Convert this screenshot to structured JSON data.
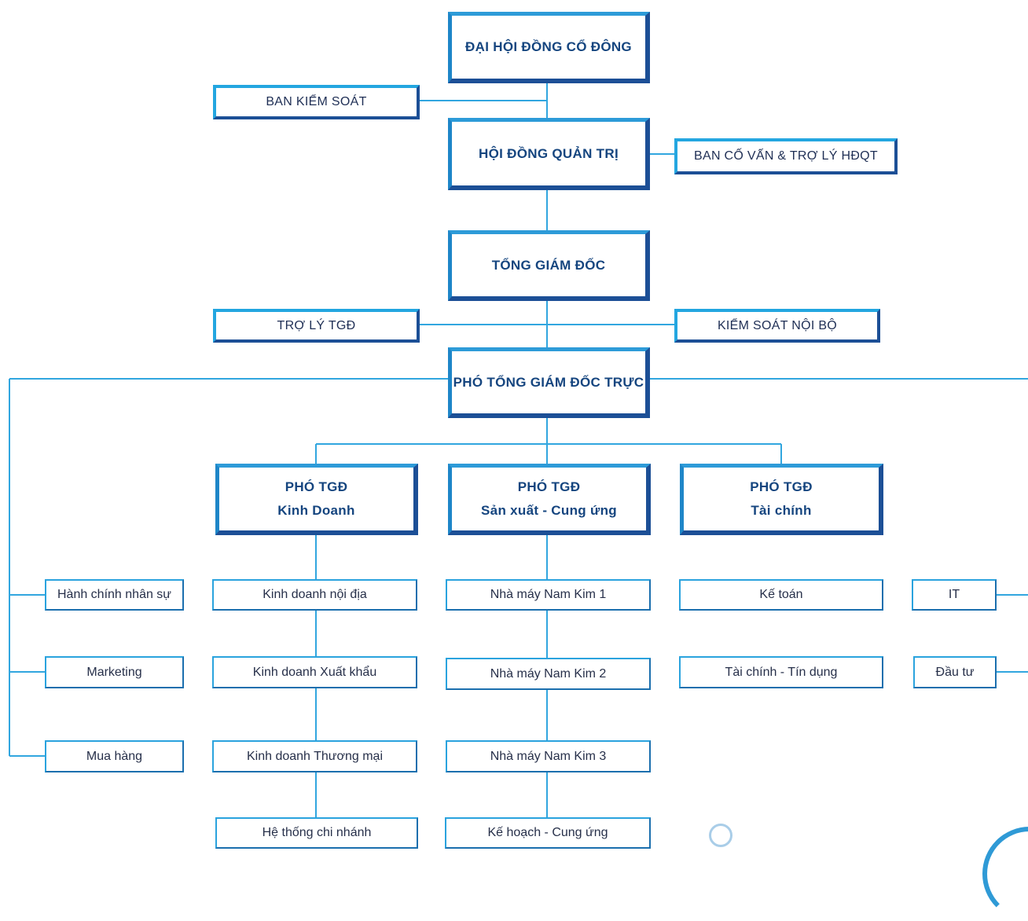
{
  "chart": {
    "top": {
      "shareholders": "ĐẠI HỘI ĐỒNG CỔ ĐÔNG",
      "supervisory": "BAN KIỂM SOÁT",
      "board": "HỘI ĐỒNG QUẢN TRỊ",
      "advisors": "BAN CỐ VẤN & TRỢ LÝ HĐQT",
      "ceo": "TỔNG GIÁM ĐỐC",
      "ceo_assistant": "TRỢ LÝ TGĐ",
      "internal_control": "KIỂM SOÁT NỘI BỘ",
      "first_deputy": "PHÓ TỔNG GIÁM ĐỐC TRỰC"
    },
    "deputies": [
      {
        "line1": "PHÓ TGĐ",
        "line2": "Kinh Doanh"
      },
      {
        "line1": "PHÓ TGĐ",
        "line2": "Sản xuất - Cung ứng"
      },
      {
        "line1": "PHÓ TGĐ",
        "line2": "Tài chính"
      }
    ],
    "sales_units": [
      "Kinh doanh nội địa",
      "Kinh doanh Xuất khẩu",
      "Kinh doanh Thương mại",
      "Hệ thống chi nhánh"
    ],
    "production_units": [
      "Nhà máy Nam Kim 1",
      "Nhà máy Nam Kim 2",
      "Nhà máy Nam Kim 3",
      "Kế hoạch - Cung ứng"
    ],
    "finance_units": [
      "Kế toán",
      "Tài chính - Tín dụng"
    ],
    "left_units": [
      "Hành chính nhân sự",
      "Marketing",
      "Mua hàng"
    ],
    "right_units": [
      "IT",
      "Đầu tư"
    ]
  },
  "colors": {
    "line": "#31a6df",
    "major_border": "#1c4f96",
    "accent_border": "#23a6e0",
    "text": "#15457f"
  }
}
